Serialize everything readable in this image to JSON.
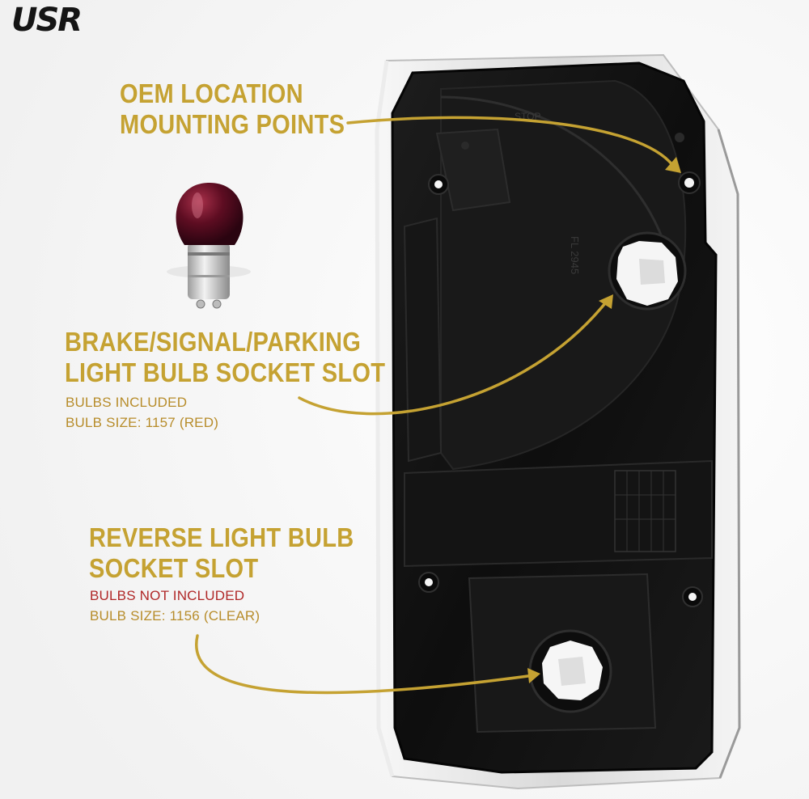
{
  "brand": {
    "logo_text": "USR"
  },
  "callouts": {
    "mounting": {
      "line1": "OEM LOCATION",
      "line2": "MOUNTING POINTS"
    },
    "brake": {
      "line1": "BRAKE/SIGNAL/PARKING",
      "line2": "LIGHT BULB SOCKET SLOT",
      "note1": "BULBS INCLUDED",
      "note2": "BULB SIZE: 1157 (RED)"
    },
    "reverse": {
      "line1": "REVERSE LIGHT BULB",
      "line2": "SOCKET SLOT",
      "note1": "BULBS NOT INCLUDED",
      "note2": "BULB SIZE: 1156 (CLEAR)"
    }
  },
  "housing_marks": {
    "stop": "STOP",
    "part_code": "FL 2945"
  },
  "colors": {
    "gold": "#c5a232",
    "note_gold": "#b78c2a",
    "note_red": "#b02828",
    "housing": "#121212"
  }
}
